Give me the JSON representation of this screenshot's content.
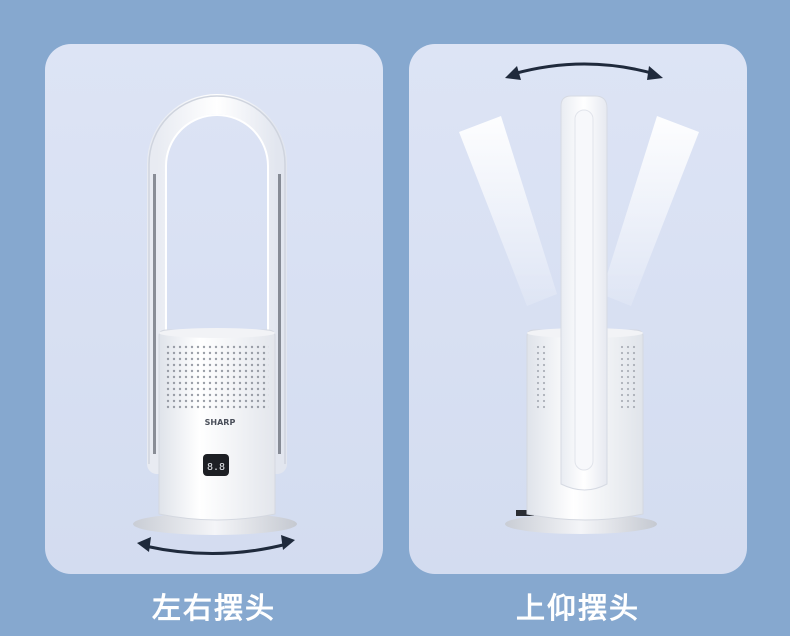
{
  "panels": [
    {
      "caption": "左右摆头",
      "brand_label": "SHARP",
      "display_readout": "8.8"
    },
    {
      "caption": "上仰摆头"
    }
  ],
  "colors": {
    "background": "#86a8cf",
    "panel": "#d8e0f3",
    "arrow": "#1f2a3c",
    "caption_text": "#ffffff"
  },
  "icons": [
    "horizontal-swing-arrow-icon",
    "vertical-tilt-arrow-icon"
  ]
}
